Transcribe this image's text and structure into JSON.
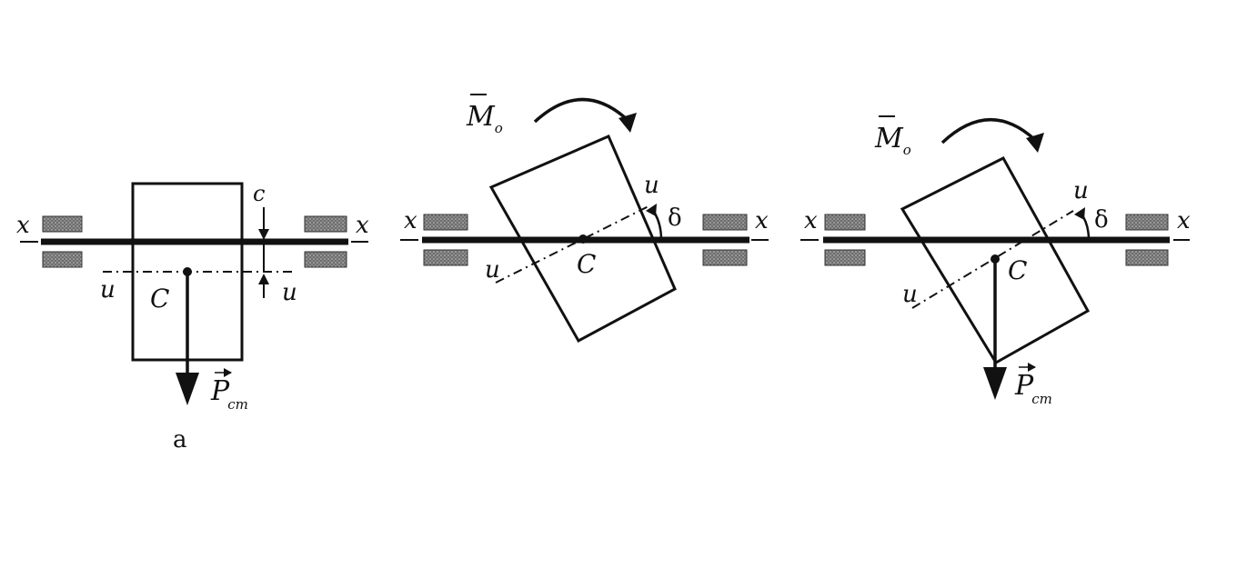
{
  "figure": {
    "colors": {
      "ink": "#111111",
      "bearing": "#8a8a8a"
    },
    "panel_a": {
      "axis_x_left": "x",
      "axis_x_right": "x",
      "axis_u_left": "u",
      "axis_u_right": "u",
      "offset_label": "c",
      "center_label": "C",
      "force_main": "P",
      "force_sub": "cm",
      "caption": "a"
    },
    "panel_b": {
      "moment_main": "M",
      "moment_sub": "o",
      "axis_x_left": "x",
      "axis_x_right": "x",
      "axis_u_upper": "u",
      "axis_u_lower": "u",
      "angle_label": "δ",
      "center_label": "C"
    },
    "panel_c": {
      "moment_main": "M",
      "moment_sub": "o",
      "axis_x_left": "x",
      "axis_x_right": "x",
      "axis_u_upper": "u",
      "axis_u_lower": "u",
      "angle_label": "δ",
      "center_label": "C",
      "force_main": "P",
      "force_sub": "cm"
    }
  }
}
